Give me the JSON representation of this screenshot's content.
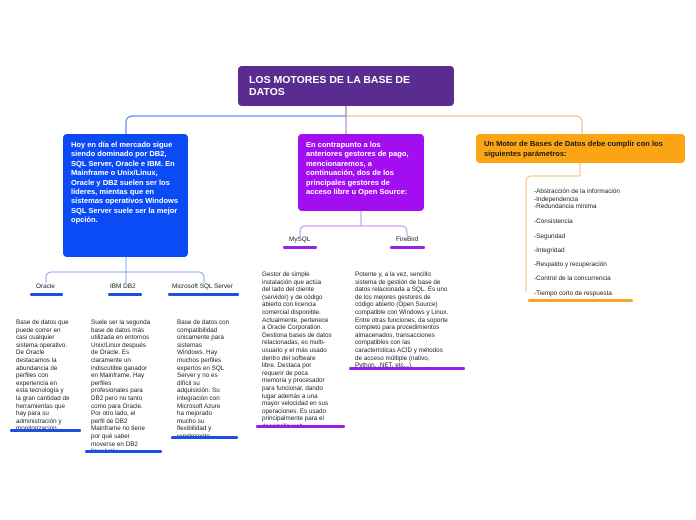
{
  "root": {
    "title": "LOS MOTORES DE LA BASE DE DATOS"
  },
  "branches": {
    "blue": {
      "text": "Hoy en día el mercado sigue siendo dominado por DB2, SQL Server, Oracle e IBM. En Mainframe o Unix/Linux, Oracle y DB2 suelen ser los líderes, mientas que en sistemas operativos Windows SQL Server suele ser la mejor opción.",
      "color": "#0a4bf5",
      "children": [
        {
          "label": "Oracle",
          "text": "Base de datos que\npuede correr en\ncasi cualquier\nsistema operativo.\nDe Oracle\ndestacamos la\nabundancia de\nperfiles con\nexperiencia en\nesta tecnología y\nla gran cantidad de\nherramientas que\nhay para su\nadministración y\nmonitorización."
        },
        {
          "label": "IBM DB2",
          "text": "Suele ser la segunda\nbase de datos más\nutilizada en entornos\nUnix/Linux después\nde Oracle. Es\nclaramente un\nindiscutible ganador\nen Mainframe. Hay\nperfiles\nprofesionales para\nDB2 pero no tanto\ncomo para Oracle.\nPor otro lado, el\nperfil de DB2\nMainframe no tiene\npor qué saber\nmoverse en DB2\nlinux/unix."
        },
        {
          "label": "Microsoft SQL Server",
          "text": "Base de datos con\ncompatibilidad\núnicamente para\nsistemas\nWindows. Hay\nmuchos perfiles\nexpertos en SQL\nServer y no es\ndifícil su\nadquisición. Su\nintegración con\nMicrosoft Azure\nha mejorado\nmucho su\nflexibilidad y\nrendimiento."
        }
      ]
    },
    "purple": {
      "text": "En contrapunto a los anteriores gestores de pago, mencionaremos, a continuación, dos de los principales gestores de acceso libre u Open Source:",
      "color": "#a30ef0",
      "children": [
        {
          "label": "MySQL",
          "text": "Gestor de simple\ninstalación que actúa\ndel lado del cliente\n(servidor) y de código\nabierto con licencia\ncomercial disponible.\nActualmente, pertenece\na Oracle Corporation.\nGestiona bases de datos\nrelacionadas, es multi-\nusuario y el más usado\ndentro del software\nlibre. Destaca por\nrequerir de poca\nmemoria y procesador\npara funcionar, dando\nlugar además a una\nmayor velocidad en sus\noperaciones. Es usado\nprincipalmente para el\ndesarrollo web."
        },
        {
          "label": "FireBird",
          "text": "Potente y, a la vez, sencillo\nsistema de gestión de base de\ndatos relacionada a SQL. Es uno\nde los mejores gestores de\ncódigo abierto (Open Source)\ncompatible con Windows y Linux.\nEntre otras funciones, da soporte\ncompleto para procedimientos\nalmacenados, transacciones\ncompatibles con las\ncaracterísticas ACID y métodos\nde acceso múltiple (nativo,\nPython, .NET, etc...)."
        }
      ]
    },
    "orange": {
      "text": "Un Motor de Bases de Datos debe cumplir con los siguientes parámetros:",
      "color": "#fba414",
      "items": [
        "-Abstracción de la información",
        "-Independencia",
        "-Redundancia mínima",
        "-Consistencia",
        "-Seguridad",
        "-Integridad",
        "-Respaldo y recuperación",
        "-Control de la concurrencia",
        "-Tiempo corto de respuesta"
      ]
    }
  }
}
